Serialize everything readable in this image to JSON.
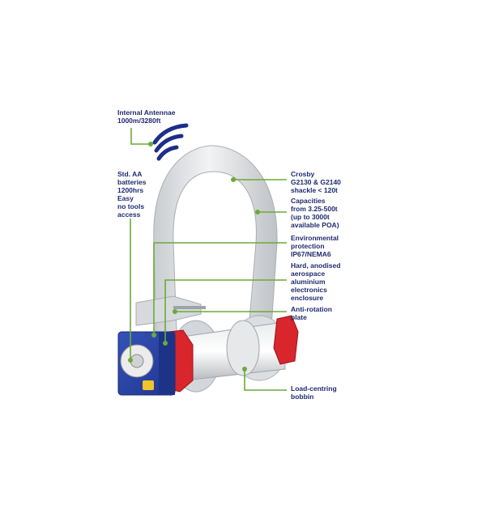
{
  "labels": {
    "antenna": [
      "Internal Antennae",
      "1000m/3280ft"
    ],
    "batteries": [
      "Std. AA",
      "batteries",
      "1200hrs",
      "Easy",
      "no tools",
      "access"
    ],
    "crosby": [
      "Crosby",
      "G2130 & G2140",
      "shackle < 120t"
    ],
    "capacities": [
      "Capacities",
      "from 3.25-500t",
      "(up to 3000t",
      "available POA)"
    ],
    "environmental": [
      "Environmental",
      "protection",
      "IP67/NEMA6"
    ],
    "enclosure": [
      "Hard, anodised",
      "aerospace",
      "aluminium",
      "electronics",
      "enclosure"
    ],
    "antirotation": [
      "Anti-rotation",
      "plate"
    ],
    "bobbin": [
      "Load-centring",
      "bobbin"
    ]
  },
  "colors": {
    "text": "#1f2a6e",
    "leader": "#6aaa3a",
    "shackle": "#d9dcdf",
    "housing": "#2b46a8",
    "cap": "#d8262c",
    "antenna": "#1c2e8a"
  }
}
